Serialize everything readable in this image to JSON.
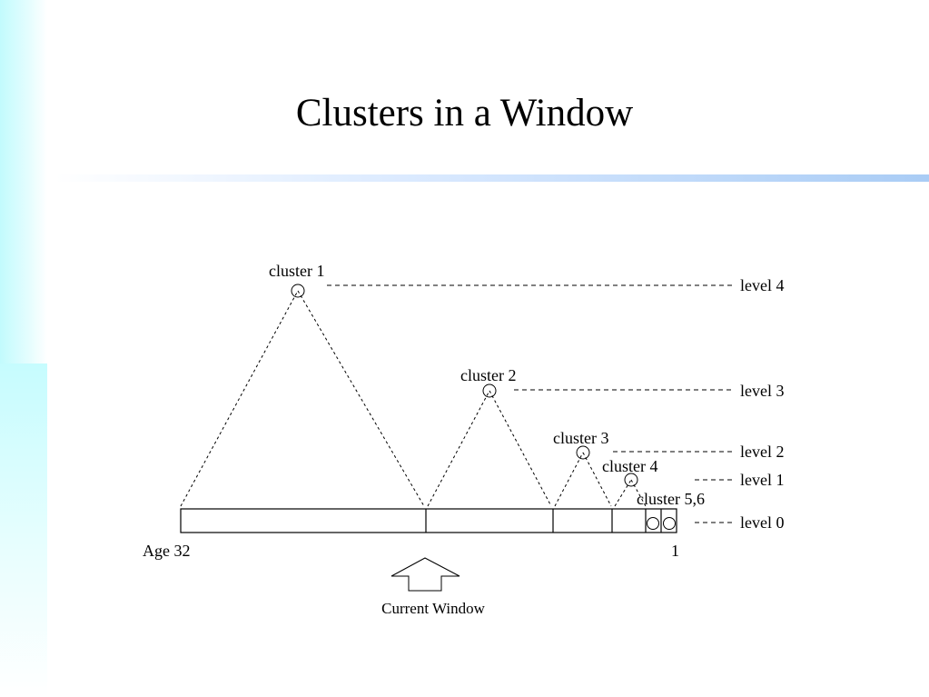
{
  "title": "Clusters in a Window",
  "clusters": [
    {
      "label": "cluster 1",
      "level_label": "level 4"
    },
    {
      "label": "cluster 2",
      "level_label": "level 3"
    },
    {
      "label": "cluster 3",
      "level_label": "level 2"
    },
    {
      "label": "cluster 4",
      "level_label": "level 1"
    },
    {
      "label": "cluster 5,6",
      "level_label": "level 0"
    }
  ],
  "age_left": "Age 32",
  "age_right": "1",
  "current_window_label": "Current Window"
}
